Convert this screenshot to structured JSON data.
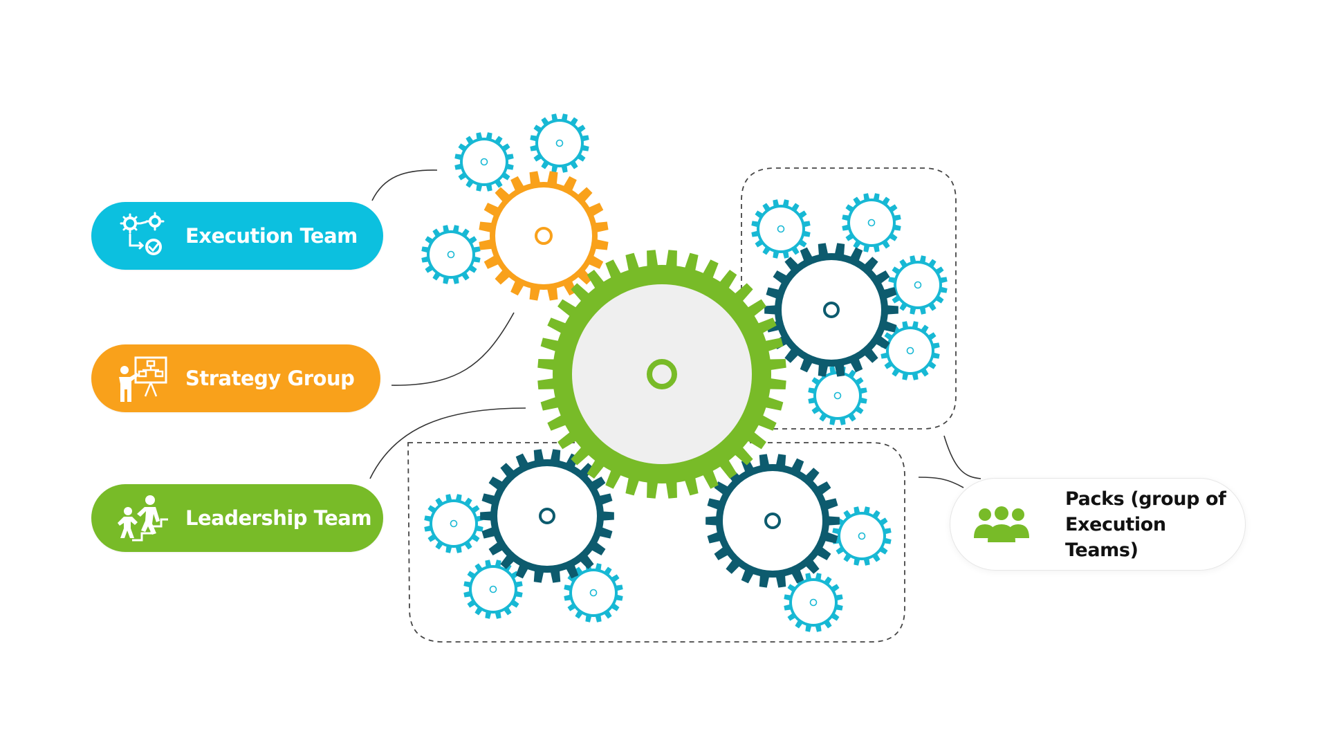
{
  "legend": {
    "execution_team": {
      "label": "Execution Team",
      "color": "#0cc0df",
      "icon": "gears-workflow-icon"
    },
    "strategy_group": {
      "label": "Strategy Group",
      "color": "#f9a11b",
      "icon": "presenter-board-icon"
    },
    "leadership_team": {
      "label": "Leadership Team",
      "color": "#78bb28",
      "icon": "climbing-stairs-people-icon"
    }
  },
  "packs": {
    "line1": "Packs (group of",
    "line2": "Execution Teams)",
    "icon": "team-group-icon",
    "icon_color": "#78bb28"
  },
  "colors": {
    "leadership_gear": "#78bb28",
    "leadership_gear_fill": "#efefef",
    "strategy_gear": "#f9a11b",
    "pack_lead_gear": "#0d5b6e",
    "execution_gear": "#17b8d4",
    "connector": "#333333",
    "dashed_border": "#444444"
  }
}
